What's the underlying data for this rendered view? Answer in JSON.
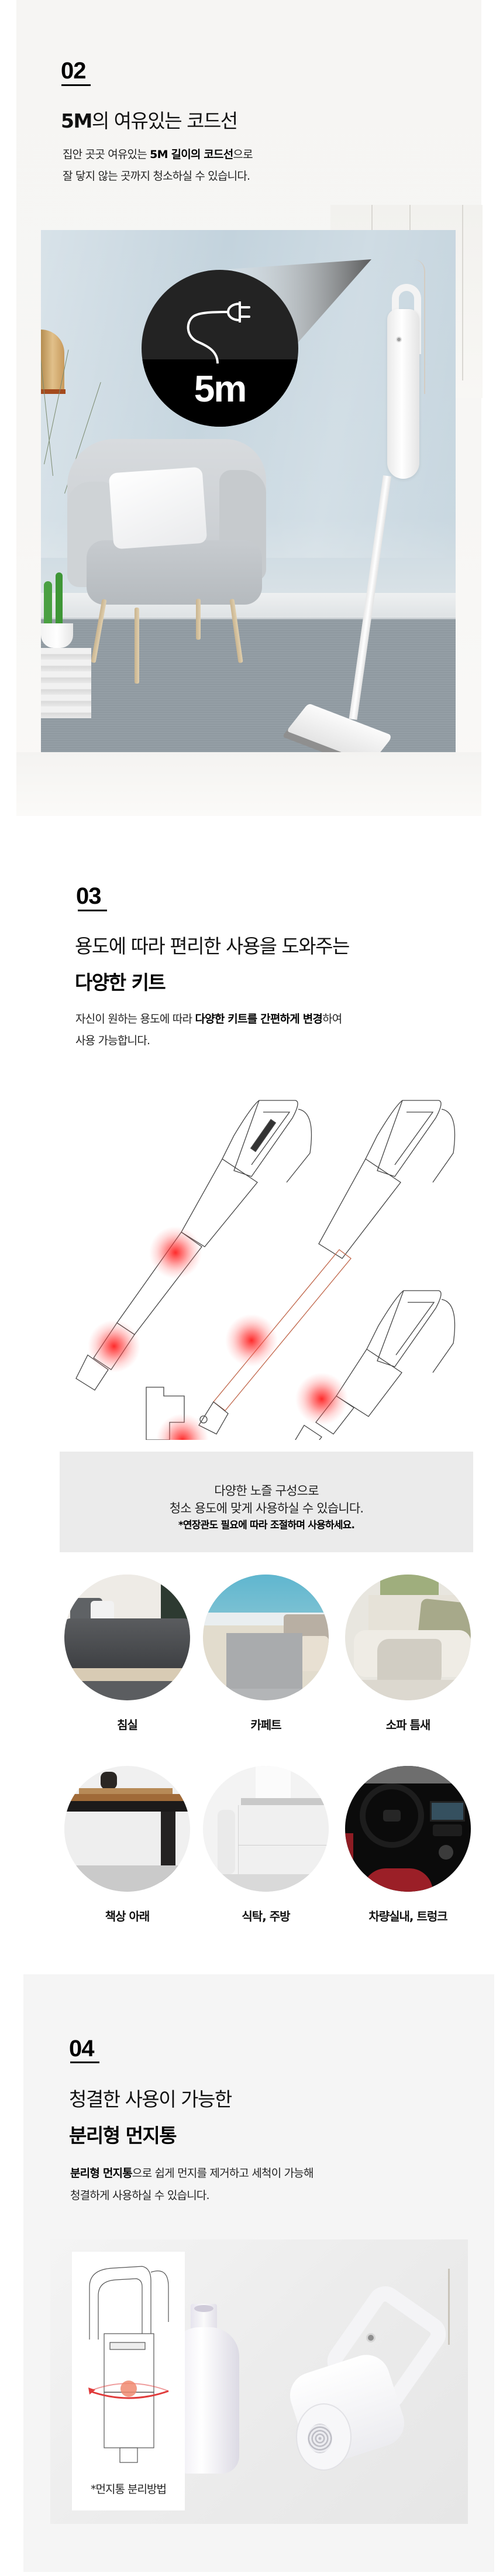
{
  "section02": {
    "number": "02",
    "title_bold": "5M",
    "title_rest": "의 여유있는 코드선",
    "body_line1_pre": "집안 곳곳 여유있는 ",
    "body_line1_bold": "5M 길이의 코드선",
    "body_line1_post": "으로",
    "body_line2": "잘 닿지 않는 곳까지 청소하실 수 있습니다.",
    "badge": {
      "icon": "power-plug-cord-icon",
      "label": "5m",
      "upper_color": "#232323",
      "lower_color": "#000000"
    }
  },
  "section03": {
    "number": "03",
    "title_line1": "용도에 따라 편리한 사용을 도와주는",
    "title_line2": "다양한 키트",
    "body_line1_pre": "자신이 원하는 용도에 따라 ",
    "body_line1_bold": "다양한 키트를 간편하게 변경",
    "body_line1_post": "하여",
    "body_line2": "사용 가능합니다.",
    "drawing": {
      "highlight_color": "#ff2a2a",
      "configs": [
        "crevice-nozzle-with-extension",
        "floor-brush-with-extension",
        "crevice-nozzle-handheld"
      ]
    },
    "usage_box": {
      "line1": "다양한 노즐 구성으로",
      "line2": "청소 용도에 맞게 사용하실 수 있습니다.",
      "note": "*연장관도 필요에 따라 조절하며 사용하세요.",
      "bg_color": "#ebebeb"
    },
    "places": [
      {
        "label": "침실",
        "image": "bedroom-photo"
      },
      {
        "label": "카페트",
        "image": "carpet-photo"
      },
      {
        "label": "소파 틈새",
        "image": "sofa-photo"
      },
      {
        "label": "책상 아래",
        "image": "desk-photo"
      },
      {
        "label": "식탁, 주방",
        "image": "kitchen-photo"
      },
      {
        "label": "차량실내, 트렁크",
        "image": "car-interior-photo"
      }
    ]
  },
  "section04": {
    "number": "04",
    "title_line1": "청결한 사용이 가능한",
    "title_line2": "분리형 먼지통",
    "body_line1_bold": "분리형 먼지통",
    "body_line1_rest": "으로 쉽게 먼지를 제거하고 세척이 가능해",
    "body_line2": "청결하게 사용하실 수 있습니다.",
    "inset_caption": "*먼지통 분리방법",
    "bg_color": "#f5f5f5"
  }
}
